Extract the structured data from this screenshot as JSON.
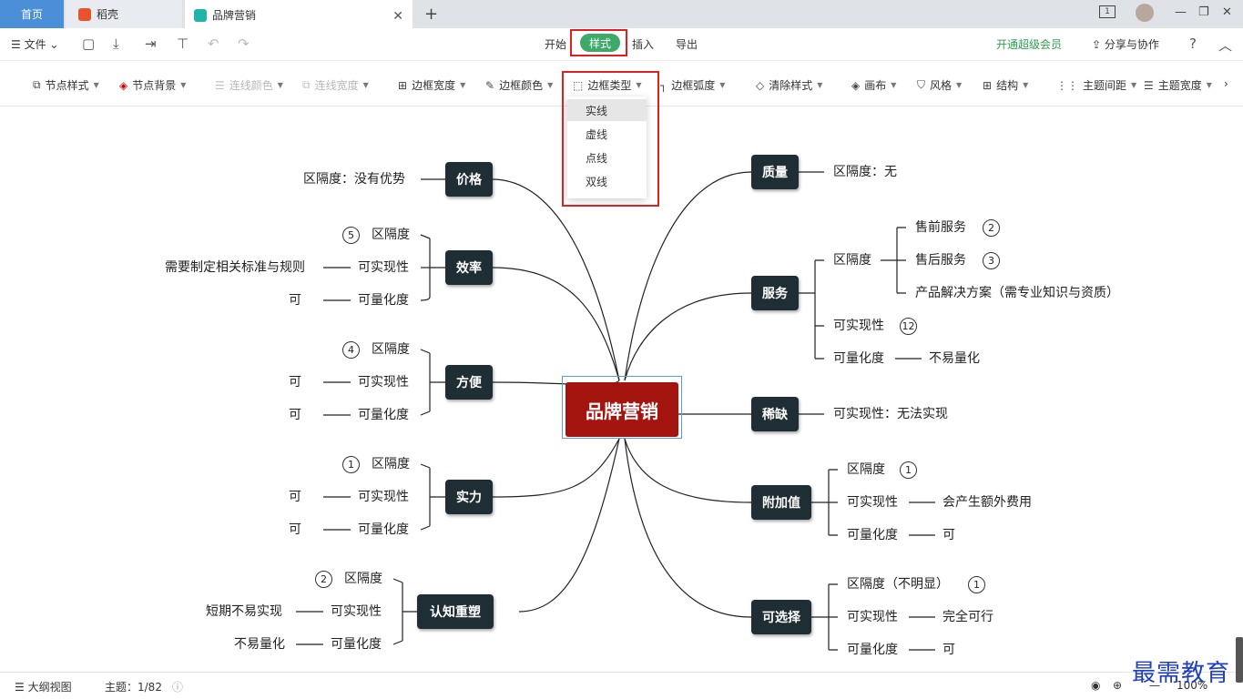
{
  "tabs": {
    "home": "首页",
    "daoke": "稻壳",
    "doc": "品牌营销"
  },
  "toolbar1": {
    "file": "文件",
    "menus": [
      "开始",
      "样式",
      "插入",
      "导出"
    ],
    "vip": "开通超级会员",
    "share": "分享与协作",
    "help": "?"
  },
  "toolbar2": {
    "items": [
      "节点样式",
      "节点背景",
      "连线颜色",
      "连线宽度",
      "边框宽度",
      "边框颜色",
      "边框类型",
      "边框弧度",
      "清除样式",
      "画布",
      "风格",
      "结构",
      "主题间距",
      "主题宽度"
    ]
  },
  "dropdown": {
    "items": [
      "实线",
      "虚线",
      "点线",
      "双线"
    ],
    "selected": "实线"
  },
  "mindmap": {
    "root": "品牌营销",
    "left": {
      "jiage": {
        "title": "价格",
        "c1": "区隔度：没有优势"
      },
      "xiaolv": {
        "title": "效率",
        "l1": "区隔度",
        "n1": "5",
        "l2": "可实现性",
        "v2": "需要制定相关标准与规则",
        "l3": "可量化度",
        "v3": "可"
      },
      "fangbian": {
        "title": "方便",
        "l1": "区隔度",
        "n1": "4",
        "l2": "可实现性",
        "v2": "可",
        "l3": "可量化度",
        "v3": "可"
      },
      "shili": {
        "title": "实力",
        "l1": "区隔度",
        "n1": "1",
        "l2": "可实现性",
        "v2": "可",
        "l3": "可量化度",
        "v3": "可"
      },
      "renzhi": {
        "title": "认知重塑",
        "l1": "区隔度",
        "n1": "2",
        "l2": "可实现性",
        "v2": "短期不易实现",
        "l3": "可量化度",
        "v3": "不易量化"
      }
    },
    "right": {
      "zhiliang": {
        "title": "质量",
        "c1": "区隔度：无"
      },
      "fuwu": {
        "title": "服务",
        "l1": "区隔度",
        "s1": "售前服务",
        "sn1": "2",
        "s2": "售后服务",
        "sn2": "3",
        "s3": "产品解决方案（需专业知识与资质）",
        "l2": "可实现性",
        "n2": "12",
        "l3": "可量化度",
        "v3": "不易量化"
      },
      "xique": {
        "title": "稀缺",
        "c1": "可实现性：无法实现"
      },
      "fujiazhi": {
        "title": "附加值",
        "l1": "区隔度",
        "n1": "1",
        "l2": "可实现性",
        "v2": "会产生额外费用",
        "l3": "可量化度",
        "v3": "可"
      },
      "kexuanze": {
        "title": "可选择",
        "l1": "区隔度（不明显）",
        "n1": "1",
        "l2": "可实现性",
        "v2": "完全可行",
        "l3": "可量化度",
        "v3": "可"
      }
    }
  },
  "statusbar": {
    "outline": "大纲视图",
    "topic": "主题：1/82",
    "zoom": "100%"
  },
  "watermark": "最需教育"
}
